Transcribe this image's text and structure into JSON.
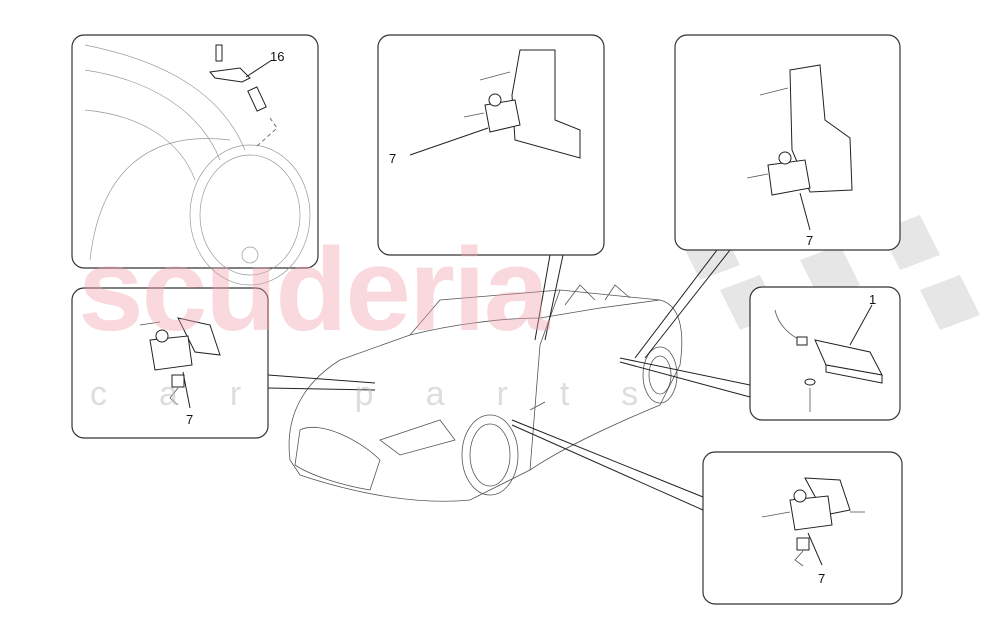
{
  "watermark": {
    "brand": "scuderia",
    "subtitle": "car parts",
    "color": "#f5b8bf"
  },
  "callouts": [
    {
      "id": "wheel-valve",
      "label": "16"
    },
    {
      "id": "sensor-top-center",
      "label": "7"
    },
    {
      "id": "sensor-top-right",
      "label": "7"
    },
    {
      "id": "sensor-left",
      "label": "7"
    },
    {
      "id": "receiver-right",
      "label": "1"
    },
    {
      "id": "sensor-bottom-right",
      "label": "7"
    }
  ]
}
